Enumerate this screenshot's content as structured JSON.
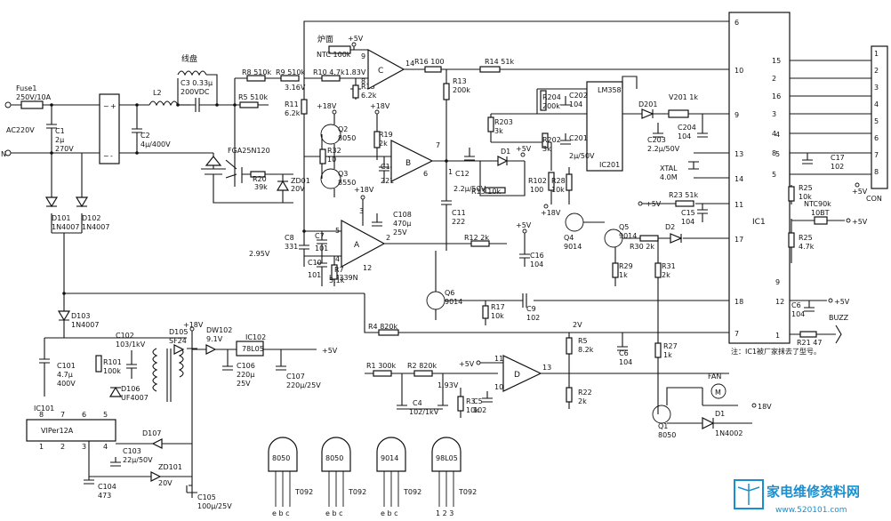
{
  "input": {
    "fuse": "Fuse1",
    "fuse_rating": "250V/10A",
    "ac_label": "AC220V",
    "neutral": "N"
  },
  "front": {
    "c1": "C1",
    "c1_v1": "2μ",
    "c1_v2": "270V",
    "l2": "L2",
    "c2": "C2",
    "c2_v": "4μ/400V",
    "coil_label": "线盘",
    "c3": "C3 0.33μ",
    "c3_v": "200VDC",
    "igbt": "FGA25N120",
    "r20": "R20",
    "r20_v": "39k",
    "zd01": "ZD01",
    "zd01_v": "20V",
    "d101": "D101",
    "d101_v": "1N4007",
    "d102": "D102",
    "d102_v": "1N4007",
    "d103": "D103",
    "d103_v": "1N4007"
  },
  "drive": {
    "plate_label": "炉面",
    "ntc": "NTC 100k",
    "v5_top": "+5V",
    "r8": "R8 510k",
    "r9": "R9 510k",
    "r10": "R10 4.7k",
    "v183": "1.83V",
    "v316": "3.16V",
    "r15": "R15",
    "r15_v": "6.2k",
    "r5": "R5 510k",
    "r11": "R11",
    "r11_v": "6.2k",
    "v18_a": "+18V",
    "v18_b": "+18V",
    "q2": "Q2",
    "q2_v": "8050",
    "r32": "R32",
    "r32_v": "10",
    "q3": "Q3",
    "q3_v": "8550",
    "r19": "R19",
    "r19_v": "2k",
    "c14": "C14",
    "c14_v": "221",
    "c8": "C8",
    "c8_v": "331",
    "c7": "C7",
    "c7_v": "101",
    "v295": "2.95V",
    "c10": "C10",
    "c10_v": "101",
    "r7": "R7",
    "r7_v": "5.1k",
    "v18_c": "+18V",
    "c108": "C108",
    "c108_v1": "470μ",
    "c108_v2": "25V",
    "lm339": "LM339N",
    "comp_a": "A",
    "comp_b": "B",
    "comp_c": "C",
    "comp_d": "D"
  },
  "mid": {
    "r16": "R16 100",
    "r14": "R14 51k",
    "r13": "R13",
    "r13_v": "200k",
    "c12": "C12",
    "c12_v": "2.2μ/50V",
    "d1": "D1",
    "v5_d1": "+5V",
    "r13b": "R13 10k",
    "c11": "C11",
    "c11_v": "222",
    "r12": "R12 2k",
    "v5_c16": "+5V",
    "c16": "C16",
    "c16_v": "104",
    "q6": "Q6",
    "q6_v": "9014",
    "r17": "R17",
    "r17_v": "10k",
    "c9": "C9",
    "c9_v": "102"
  },
  "lm358": {
    "ic": "IC201",
    "part": "LM358",
    "r204": "R204",
    "r204_v": "200k",
    "c202": "C202",
    "c202_v": "104",
    "r203": "R203",
    "r203_v": "3k",
    "r202": "R202",
    "r202_v": "3k",
    "c201": "C201",
    "c201_v": "2μ/50V",
    "d201": "D201",
    "v201": "V201 1k",
    "c203": "C203",
    "c203_v": "2.2μ/50V",
    "c204": "C204",
    "c204_v": "104",
    "r102": "R102",
    "r102_v": "100",
    "r28": "R28",
    "r28_v": "10k",
    "v18": "+18V"
  },
  "right": {
    "v5_a": "+5V",
    "r23": "R23 51k",
    "c15": "C15",
    "c15_v": "104",
    "q4": "Q4",
    "q4_v": "9014",
    "q5": "Q5",
    "q5_v": "9014",
    "r30": "R30 2k",
    "r29": "R29",
    "r29_v": "1k",
    "r31": "R31",
    "r31_v": "2k",
    "d2": "D2",
    "xtal": "XTAL",
    "xtal_v": "4.0M",
    "ic1": "IC1",
    "c17": "C17",
    "c17_v": "102",
    "r25a": "R25",
    "r25a_v": "10k",
    "ntc90": "NTC90k",
    "ntc90_v": "10BT",
    "r25b": "R25",
    "r25b_v": "4.7k",
    "v5_ntc": "+5V",
    "v5_r": "+5V",
    "c6": "C6",
    "c6_v": "104",
    "v5_ic": "+5V",
    "buzz": "BUZZ",
    "r21": "R21 47",
    "note": "注：IC1被厂家抹去了型号。",
    "con": "CON",
    "r27": "R27",
    "r27_v": "1k",
    "fan": "FAN",
    "q1": "Q1",
    "q1_v": "8050",
    "d3": "D1",
    "d3_v": "1N4002",
    "v18": "18V",
    "ic1_left_pins": [
      "6",
      "10",
      "9",
      "13",
      "14",
      "11",
      "17",
      "18",
      "7"
    ],
    "ic1_right_pins": [
      "4",
      "5",
      "9",
      "12",
      "1"
    ],
    "con_left_pins": [
      "15",
      "2",
      "16",
      "3",
      "4",
      "8",
      "5"
    ],
    "con_right_pins": [
      "1",
      "2",
      "3",
      "4",
      "5",
      "6",
      "7",
      "8"
    ]
  },
  "bottom": {
    "r4": "R4 820k",
    "v2": "2V",
    "r5": "R5",
    "r5_v": "8.2k",
    "c6b": "C6",
    "c6b_v": "104",
    "r1": "R1 300k",
    "r2": "R2 820k",
    "v193": "1.93V",
    "v5_d": "+5V",
    "c4": "C4",
    "c4_v": "102/1kV",
    "r3": "R3",
    "r3_v": "10k",
    "c5": "C5",
    "c5_v": "102",
    "r22": "R22",
    "r22_v": "2k"
  },
  "psu": {
    "c102": "C102",
    "c102_v": "103/1kV",
    "c101": "C101",
    "c101_v1": "4.7μ",
    "c101_v2": "400V",
    "r101": "R101",
    "r101_v": "100k",
    "d106": "D106",
    "d106_v": "UF4007",
    "d105": "D105",
    "d105_v": "SF24",
    "v18": "+18V",
    "dw102": "DW102",
    "dw102_v": "9.1V",
    "ic102": "IC102",
    "ic102_v": "78L05",
    "v5": "+5V",
    "c106": "C106",
    "c106_v1": "220μ",
    "c106_v2": "25V",
    "c107": "C107",
    "c107_v": "220μ/25V",
    "ic101": "IC101",
    "viper": "VIPer12A",
    "pins_top": [
      "8",
      "7",
      "6",
      "5"
    ],
    "pins_bot": [
      "1",
      "2",
      "3",
      "4"
    ],
    "d107": "D107",
    "c103": "C103",
    "c103_v": "22μ/50V",
    "zd101": "ZD101",
    "zd101_v": "20V",
    "c104": "C104",
    "c104_v": "473",
    "c105": "C105",
    "c105_v": "100μ/25V"
  },
  "packages": [
    {
      "name": "8050",
      "pkg": "T092",
      "pins": "e b c"
    },
    {
      "name": "8050",
      "pkg": "T092",
      "pins": "e b c"
    },
    {
      "name": "9014",
      "pkg": "T092",
      "pins": "e b c"
    },
    {
      "name": "98L05",
      "pkg": "T092",
      "pins": "1 2 3"
    }
  ],
  "watermark": {
    "title": "家电维修资料网",
    "url": "www.520101.com"
  }
}
